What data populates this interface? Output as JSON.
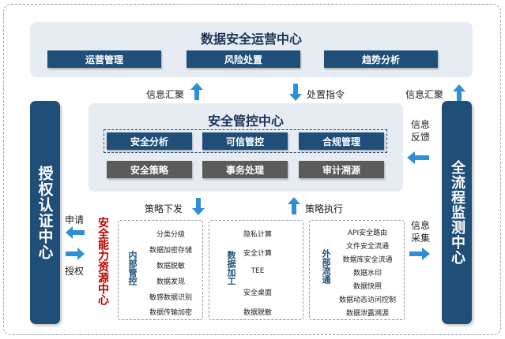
{
  "ops_center": {
    "title": "数据安全运营中心",
    "buttons": [
      "运营管理",
      "风险处置",
      "趋势分析"
    ]
  },
  "control_center": {
    "title": "安全管控中心",
    "row1": [
      "安全分析",
      "可信管控",
      "合规管理"
    ],
    "row2": [
      "安全策略",
      "事务处理",
      "审计溯源"
    ]
  },
  "left_bar": {
    "title": "授权认证中心"
  },
  "right_bar": {
    "title": "全流程监测中心"
  },
  "capability": {
    "title": "安全能力资源中心"
  },
  "labels": {
    "info_collect_left": "信息汇聚",
    "dispatch": "处置指令",
    "info_collect_right": "信息汇聚",
    "info_feedback": "信息反馈",
    "strategy_down": "策略下发",
    "strategy_exec": "策略执行",
    "apply": "申请",
    "authorize": "授权",
    "info_gather": "信息采集"
  },
  "internal": {
    "label": "内部管控",
    "items": [
      "分类分级",
      "数据加密存储",
      "数据脱敏",
      "数据发现",
      "敏感数据识别",
      "数据传输加密"
    ]
  },
  "processing": {
    "label": "数据加工",
    "items": [
      "隐私计算",
      "安全计算",
      "TEE",
      "安全桌面",
      "数据脱敏"
    ]
  },
  "external": {
    "label": "外部流通",
    "items": [
      "API安全路由",
      "文件安全流通",
      "数据库安全流通",
      "数据水印",
      "数据快照",
      "数据动态访问控制",
      "数据泄露溯源"
    ]
  },
  "colors": {
    "primary": "#1f4e79",
    "gray": "#5b5b5b",
    "accent_arrow": "#2e8fd6",
    "red": "#c00000"
  }
}
